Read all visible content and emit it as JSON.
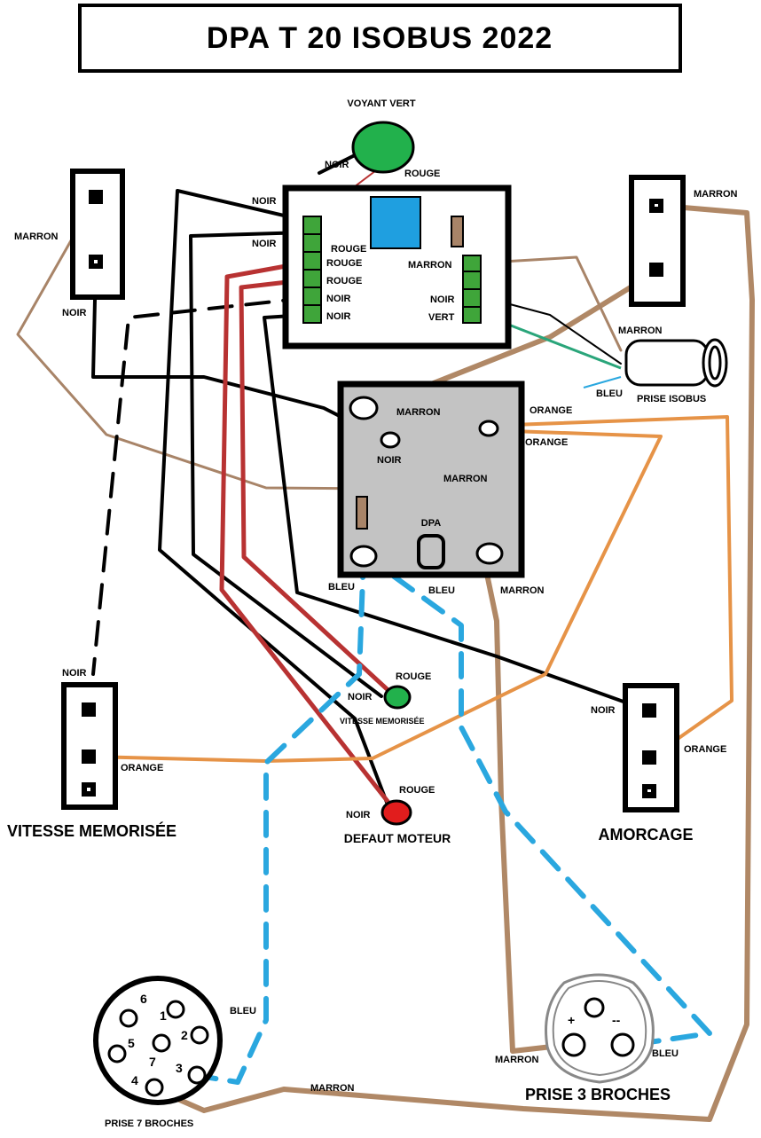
{
  "title": "DPA T 20 ISOBUS 2022",
  "components": {
    "voyant_vert": "VOYANT VERT",
    "prise_isobus": "PRISE ISOBUS",
    "dpa": "DPA",
    "vitesse_memorisee_led": "VITESSE MEMORISÉE",
    "defaut_moteur": "DEFAUT MOTEUR",
    "vitesse_memorisee": "VITESSE MEMORISÉE",
    "amorcage": "AMORCAGE",
    "prise_7_broches": "PRISE 7 BROCHES",
    "prise_3_broches": "PRISE 3 BROCHES"
  },
  "wire_labels": {
    "voyant_noir": "NOIR",
    "voyant_rouge": "ROUGE",
    "left_top_marron": "MARRON",
    "left_top_noir": "NOIR",
    "ctrl_noir_1": "NOIR",
    "ctrl_noir_2": "NOIR",
    "ctrl_rouge_1": "ROUGE",
    "ctrl_rouge_2": "ROUGE",
    "ctrl_rouge_3": "ROUGE",
    "ctrl_noir_3": "NOIR",
    "ctrl_noir_4": "NOIR",
    "ctrl_marron": "MARRON",
    "ctrl_noir_right": "NOIR",
    "ctrl_vert": "VERT",
    "right_top_marron": "MARRON",
    "isobus_marron": "MARRON",
    "isobus_bleu": "BLEU",
    "dpa_marron_top": "MARRON",
    "dpa_noir": "NOIR",
    "dpa_orange_1": "ORANGE",
    "dpa_orange_2": "ORANGE",
    "dpa_marron_mid": "MARRON",
    "dpa_bleu_1": "BLEU",
    "dpa_bleu_2": "BLEU",
    "dpa_marron_bottom": "MARRON",
    "vm_led_rouge": "ROUGE",
    "vm_led_noir": "NOIR",
    "vm_noir": "NOIR",
    "vm_orange": "ORANGE",
    "defaut_rouge": "ROUGE",
    "defaut_noir": "NOIR",
    "amorcage_noir": "NOIR",
    "amorcage_orange": "ORANGE",
    "p7_bleu": "BLEU",
    "p7_marron": "MARRON",
    "p3_marron": "MARRON",
    "p3_bleu": "BLEU"
  },
  "pins_7": [
    "1",
    "2",
    "3",
    "4",
    "5",
    "6",
    "7"
  ],
  "pins_3": [
    "+",
    "--"
  ],
  "colors": {
    "black": "#000000",
    "red": "#b83232",
    "brown": "#b08866",
    "orange": "#e69347",
    "blue": "#2aa7df",
    "green_led": "#22b14c",
    "red_led": "#e11d1d",
    "terminal_green": "#3fa53a",
    "relay_blue": "#1f9fe0",
    "dpa_grey": "#c3c3c3"
  }
}
